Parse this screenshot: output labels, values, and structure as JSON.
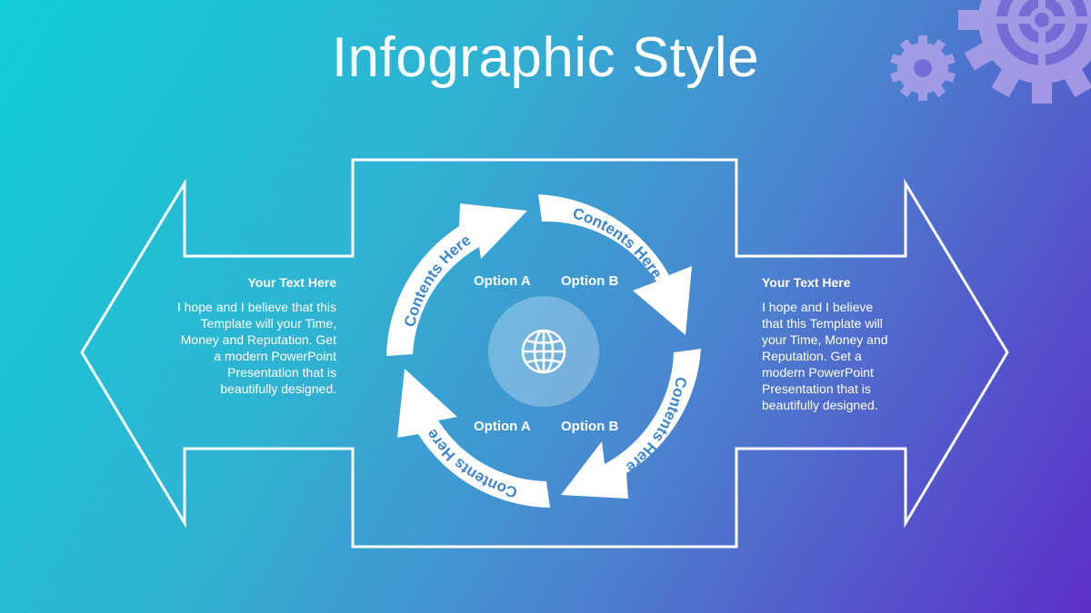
{
  "slide": {
    "title": "Infographic Style"
  },
  "left_panel": {
    "heading": "Your Text Here",
    "body": "I hope and I believe that this Template will your Time, Money and Reputation. Get a modern PowerPoint Presentation that is beautifully designed."
  },
  "right_panel": {
    "heading": "Your Text Here",
    "body": "I hope and I believe that this Template will your Time, Money and Reputation. Get a modern PowerPoint Presentation that is beautifully designed."
  },
  "cycle": {
    "arrows": [
      {
        "label": "Contents Here"
      },
      {
        "label": "Contents Here"
      },
      {
        "label": "Contents Here"
      },
      {
        "label": "Contents Here"
      }
    ],
    "options": [
      {
        "label": "Option A"
      },
      {
        "label": "Option B"
      },
      {
        "label": "Option A"
      },
      {
        "label": "Option B"
      }
    ],
    "center_icon": "globe-icon"
  },
  "decor": {
    "icons": [
      "gear-icon",
      "gear-icon"
    ]
  },
  "colors": {
    "gradient_start": "#10cdd6",
    "gradient_end": "#5d2fc9",
    "arrow_fill": "#ffffff",
    "arrow_text": "#3d86cc",
    "outline": "#ffffff"
  }
}
